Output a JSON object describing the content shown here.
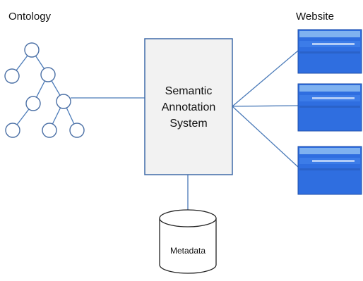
{
  "labels": {
    "ontology": "Ontology",
    "website": "Website",
    "system_line1": "Semantic",
    "system_line2": "Annotation",
    "system_line3": "System",
    "metadata": "Metadata"
  },
  "colors": {
    "connector": "#4a7ab8",
    "node_fill": "#ffffff",
    "node_stroke": "#4a6fa5",
    "box_fill": "#f2f2f2",
    "box_stroke": "#3f6aa8",
    "web_fill": "#2f6ee0",
    "web_header": "#7fb2f0",
    "web_border": "#1f4fa8"
  },
  "icons": {
    "website_thumbnail": "webpage-thumbnail-icon",
    "database": "database-cylinder-icon",
    "ontology_tree": "tree-icon"
  }
}
